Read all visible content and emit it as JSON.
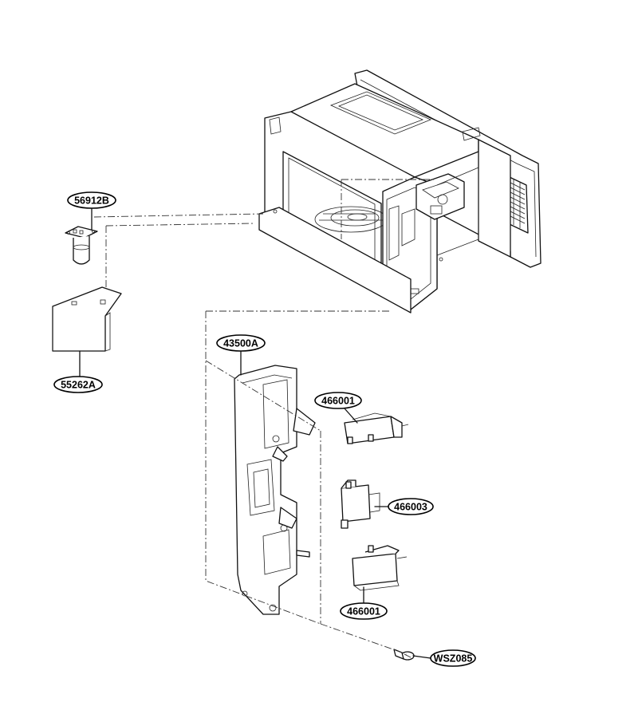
{
  "labels": {
    "p56912B": "56912B",
    "p55262A": "55262A",
    "p43500A": "43500A",
    "p466001_top": "466001",
    "p466003": "466003",
    "p466001_bottom": "466001",
    "pWSZ085": "WSZ085"
  }
}
